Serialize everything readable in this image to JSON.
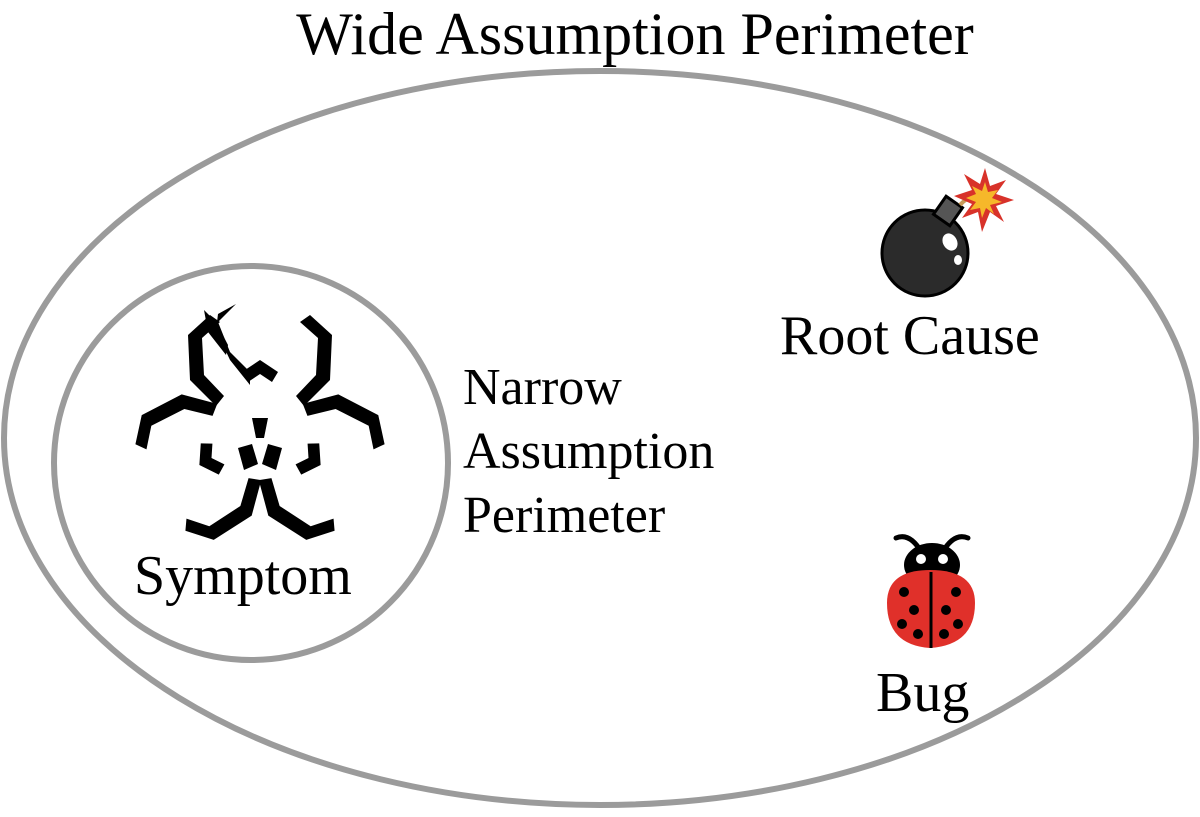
{
  "diagram": {
    "title": "Wide Assumption Perimeter",
    "narrow_lines": [
      "Narrow",
      "Assumption",
      "Perimeter"
    ],
    "symptom": "Symptom",
    "root_cause": "Root Cause",
    "bug": "Bug"
  },
  "icons": {
    "symptom": "biohazard-icon",
    "root_cause": "bomb-icon",
    "bug": "ladybug-icon"
  },
  "colors": {
    "perimeter_stroke": "#9b9b9b",
    "text": "#000000",
    "ladybug_red": "#e0302a",
    "spark_yellow": "#f6b82a",
    "spark_red": "#d8322a"
  }
}
